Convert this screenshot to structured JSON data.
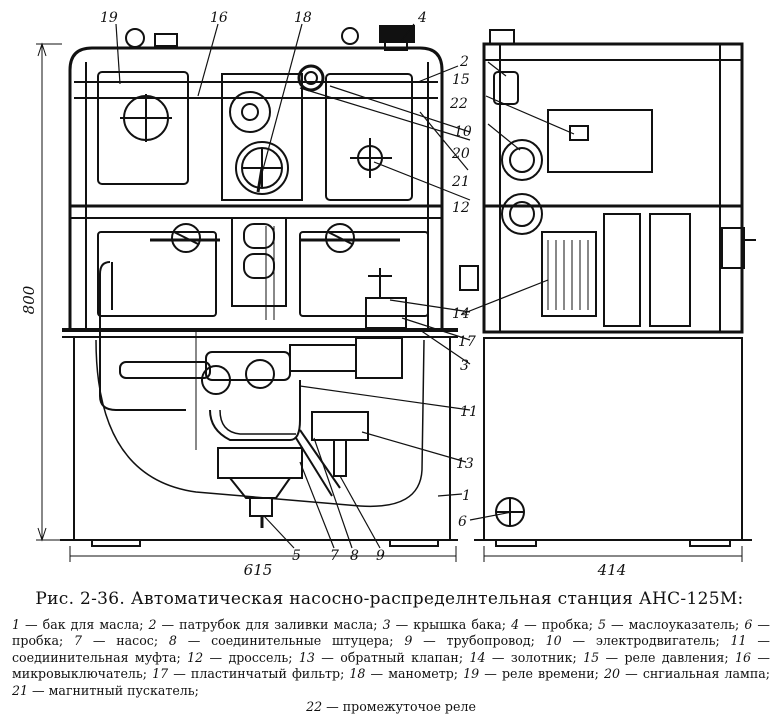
{
  "figure": {
    "callouts": [
      "19",
      "16",
      "18",
      "4",
      "2",
      "15",
      "22",
      "10",
      "20",
      "21",
      "12",
      "14",
      "17",
      "3",
      "11",
      "13",
      "1",
      "6",
      "5",
      "7",
      "8",
      "9"
    ],
    "dimensions": {
      "height": "800",
      "front_width": "615",
      "side_width": "414"
    }
  },
  "caption": {
    "title": "Рис. 2-36. Автоматическая насосно-распределнтельная станция АНС-125М:"
  },
  "legend": {
    "items": [
      {
        "num": "1",
        "text": "бак для масла;"
      },
      {
        "num": "2",
        "text": "патрубок для заливки масла;"
      },
      {
        "num": "3",
        "text": "крышка бака;"
      },
      {
        "num": "4",
        "text": "пробка;"
      },
      {
        "num": "5",
        "text": "маслоуказатель;"
      },
      {
        "num": "6",
        "text": "пробка;"
      },
      {
        "num": "7",
        "text": "насос;"
      },
      {
        "num": "8",
        "text": "соединительные штуцера;"
      },
      {
        "num": "9",
        "text": "трубопровод;"
      },
      {
        "num": "10",
        "text": "электродвигатель;"
      },
      {
        "num": "11",
        "text": "соедиинительная муфта;"
      },
      {
        "num": "12",
        "text": "дроссель;"
      },
      {
        "num": "13",
        "text": "обратный клапан;"
      },
      {
        "num": "14",
        "text": "золотник;"
      },
      {
        "num": "15",
        "text": "реле давления;"
      },
      {
        "num": "16",
        "text": "микровыключатель;"
      },
      {
        "num": "17",
        "text": "пластинчатый фильтр;"
      },
      {
        "num": "18",
        "text": "манометр;"
      },
      {
        "num": "19",
        "text": "реле времени;"
      },
      {
        "num": "20",
        "text": "снгиальная лампа;"
      },
      {
        "num": "21",
        "text": "магнитный пускатель;"
      },
      {
        "num": "22",
        "text": "промежуточое реле"
      }
    ]
  }
}
